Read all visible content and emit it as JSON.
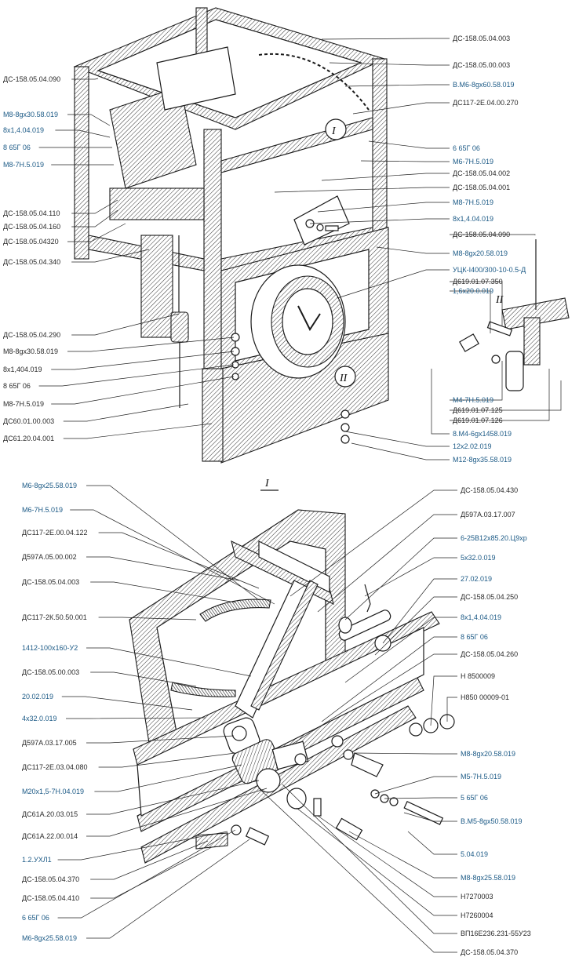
{
  "sheet": {
    "detail_I_marker": "I",
    "detail_II_marker": "II"
  },
  "top_view": {
    "left_labels": [
      {
        "text": "ДС-158.05.04.090",
        "color": "dark"
      },
      {
        "text": "М8-8gx30.58.019",
        "color": "blue"
      },
      {
        "text": "8х1,4.04.019",
        "color": "blue"
      },
      {
        "text": "8 65Г 06",
        "color": "blue"
      },
      {
        "text": "М8-7Н.5.019",
        "color": "blue"
      },
      {
        "text": "ДС-158.05.04.110",
        "color": "dark"
      },
      {
        "text": "ДС-158.05.04.160",
        "color": "dark"
      },
      {
        "text": "ДС-158.05.04320",
        "color": "dark"
      },
      {
        "text": "ДС-158.05.04.340",
        "color": "dark"
      },
      {
        "text": "ДС-158.05.04.290",
        "color": "dark"
      },
      {
        "text": "М8-8gx30.58.019",
        "color": "dark"
      },
      {
        "text": "8х1,404.019",
        "color": "dark"
      },
      {
        "text": "8 65Г 06",
        "color": "dark"
      },
      {
        "text": "М8-7Н.5.019",
        "color": "dark"
      },
      {
        "text": "ДС60.01.00.003",
        "color": "dark"
      },
      {
        "text": "ДС61.20.04.001",
        "color": "dark"
      }
    ],
    "right_labels": [
      {
        "text": "ДС-158.05.04.003",
        "color": "dark"
      },
      {
        "text": "ДС-158.05.00.003",
        "color": "dark"
      },
      {
        "text": "В.М6-8gx60.58.019",
        "color": "blue"
      },
      {
        "text": "ДС117-2Е.04.00.270",
        "color": "dark"
      },
      {
        "text": "6 65Г 06",
        "color": "blue"
      },
      {
        "text": "М6-7Н.5.019",
        "color": "blue"
      },
      {
        "text": "ДС-158.05.04.002",
        "color": "dark"
      },
      {
        "text": "ДС-158.05.04.001",
        "color": "dark"
      },
      {
        "text": "М8-7Н.5.019",
        "color": "blue"
      },
      {
        "text": "8х1,4.04.019",
        "color": "blue"
      },
      {
        "text": "ДС-158.05.04.090",
        "color": "dark"
      },
      {
        "text": "М8-8gx20.58.019",
        "color": "blue"
      },
      {
        "text": "УЦК-I400/300-10-0.5-Д",
        "color": "blue"
      },
      {
        "text": "Д619.01.07.350",
        "color": "dark"
      },
      {
        "text": "1,6х20.0.019",
        "color": "blue"
      },
      {
        "text": "М4-7Н.5.019",
        "color": "blue"
      },
      {
        "text": "Д619.01.07.125",
        "color": "dark"
      },
      {
        "text": "Д619.01.07.126",
        "color": "dark"
      },
      {
        "text": "8.М4-6gx1458.019",
        "color": "blue"
      },
      {
        "text": "12х2.02.019",
        "color": "blue"
      },
      {
        "text": "М12-8gx35.58.019",
        "color": "blue"
      }
    ]
  },
  "detail_view": {
    "left_labels": [
      {
        "text": "М6-8gx25.58.019",
        "color": "blue"
      },
      {
        "text": "М6-7Н.5.019",
        "color": "blue"
      },
      {
        "text": "ДС117-2Е.00.04.122",
        "color": "dark"
      },
      {
        "text": "Д597А.05.00.002",
        "color": "dark"
      },
      {
        "text": "ДС-158.05.04.003",
        "color": "dark"
      },
      {
        "text": "ДС117-2К.50.50.001",
        "color": "dark"
      },
      {
        "text": "1412-100х160-У2",
        "color": "blue"
      },
      {
        "text": "ДС-158.05.00.003",
        "color": "dark"
      },
      {
        "text": "20.02.019",
        "color": "blue"
      },
      {
        "text": "4х32.0.019",
        "color": "blue"
      },
      {
        "text": "Д597А.03.17.005",
        "color": "dark"
      },
      {
        "text": "ДС117-2Е.03.04.080",
        "color": "dark"
      },
      {
        "text": "М20х1,5-7Н.04.019",
        "color": "blue"
      },
      {
        "text": "ДС61А.20.03.015",
        "color": "dark"
      },
      {
        "text": "ДС61А.22.00.014",
        "color": "dark"
      },
      {
        "text": "1.2.УХЛ1",
        "color": "blue"
      },
      {
        "text": "ДС-158.05.04.370",
        "color": "dark"
      },
      {
        "text": "ДС-158.05.04.410",
        "color": "dark"
      },
      {
        "text": "6 65Г 06",
        "color": "blue"
      },
      {
        "text": "М6-8gx25.58.019",
        "color": "blue"
      }
    ],
    "right_labels": [
      {
        "text": "ДС-158.05.04.430",
        "color": "dark"
      },
      {
        "text": "Д597А.03.17.007",
        "color": "dark"
      },
      {
        "text": "6-25В12х85.20.Ц9хр",
        "color": "blue"
      },
      {
        "text": "5х32.0.019",
        "color": "blue"
      },
      {
        "text": "27.02.019",
        "color": "blue"
      },
      {
        "text": "ДС-158.05.04.250",
        "color": "dark"
      },
      {
        "text": "8х1,4.04.019",
        "color": "blue"
      },
      {
        "text": "8 65Г 06",
        "color": "blue"
      },
      {
        "text": "ДС-158.05.04.260",
        "color": "dark"
      },
      {
        "text": "Н 8500009",
        "color": "dark"
      },
      {
        "text": "Н850 00009-01",
        "color": "dark"
      },
      {
        "text": "М8-8gx20.58.019",
        "color": "blue"
      },
      {
        "text": "М5-7Н.5.019",
        "color": "blue"
      },
      {
        "text": "5 65Г 06",
        "color": "blue"
      },
      {
        "text": "В.М5-8gx50.58.019",
        "color": "blue"
      },
      {
        "text": "5.04.019",
        "color": "blue"
      },
      {
        "text": "М8-8gx25.58.019",
        "color": "blue"
      },
      {
        "text": "Н7270003",
        "color": "dark"
      },
      {
        "text": "Н7260004",
        "color": "dark"
      },
      {
        "text": "ВП16Е236.231-55У23",
        "color": "dark"
      },
      {
        "text": "ДС-158.05.04.370",
        "color": "dark"
      }
    ]
  },
  "colors": {
    "label_dark": "#2a2a2a",
    "label_blue": "#1c5a86",
    "line": "#1a1a1a"
  }
}
